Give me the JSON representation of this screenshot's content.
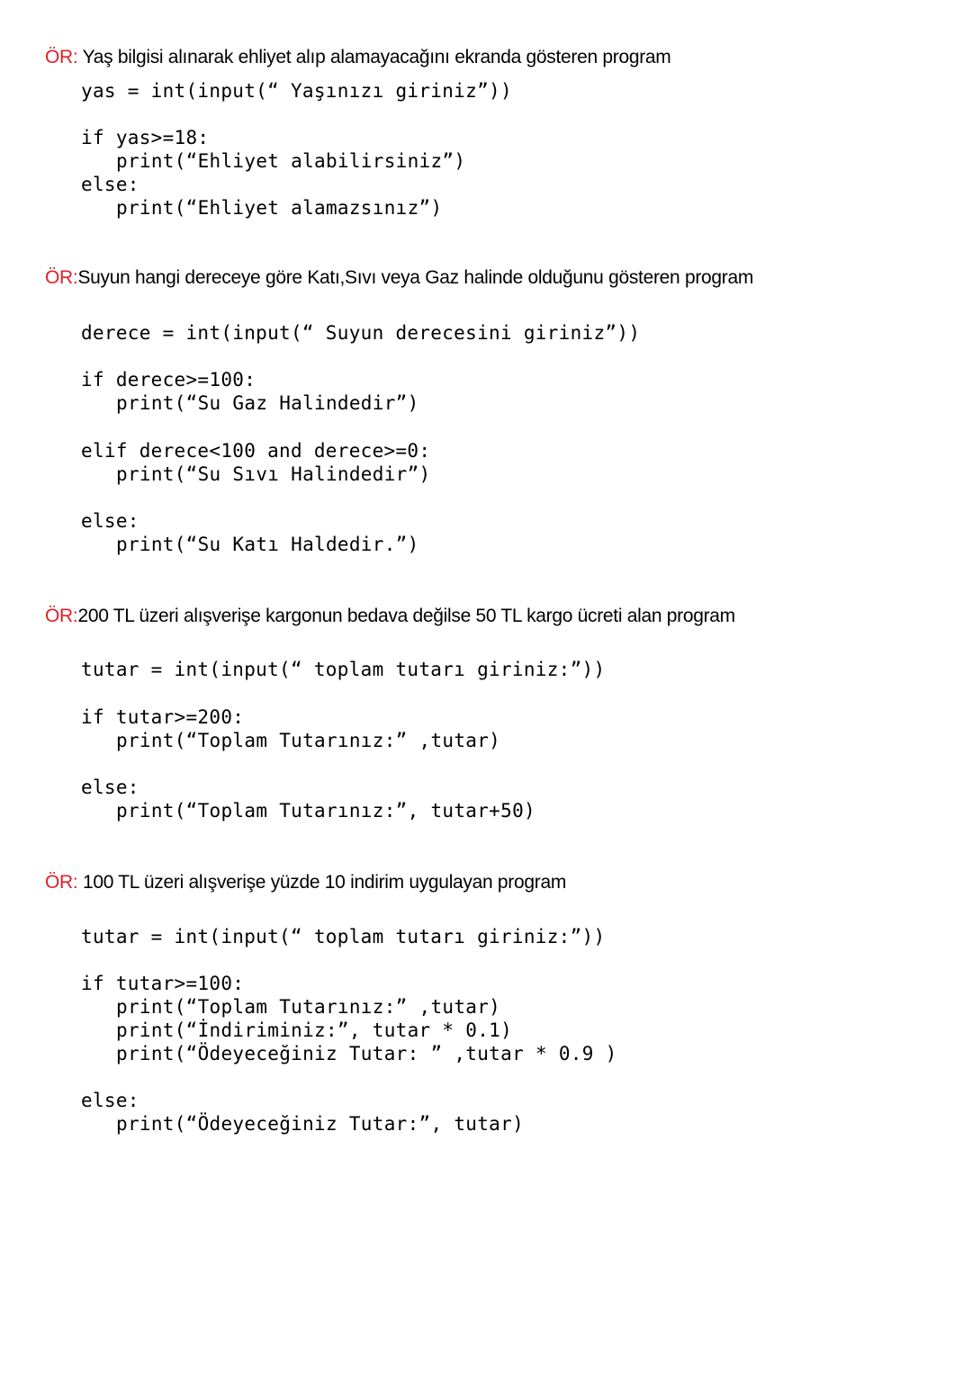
{
  "document": {
    "examples": [
      {
        "label": "ÖR:",
        "title": " Yaş bilgisi alınarak ehliyet alıp alamayacağını ekranda gösteren program",
        "code": [
          "yas = int(input(“ Yaşınızı giriniz”))",
          "if yas>=18:",
          "print(“Ehliyet alabilirsiniz”)",
          "else:",
          "print(“Ehliyet alamazsınız”)"
        ]
      },
      {
        "label": "ÖR:",
        "title": "Suyun hangi dereceye göre Katı,Sıvı veya Gaz halinde olduğunu gösteren program",
        "code": [
          "derece = int(input(“ Suyun derecesini giriniz”))",
          "if derece>=100:",
          "print(“Su Gaz Halindedir”)",
          "elif derece<100 and derece>=0:",
          "print(“Su Sıvı Halindedir”)",
          "else:",
          "print(“Su Katı Haldedir.”)"
        ]
      },
      {
        "label": "ÖR:",
        "title": "200 TL üzeri alışverişe kargonun bedava değilse 50 TL kargo ücreti alan program",
        "code": [
          "tutar = int(input(“ toplam tutarı giriniz:”))",
          "if tutar>=200:",
          "print(“Toplam Tutarınız:” ,tutar)",
          "else:",
          "print(“Toplam Tutarınız:”, tutar+50)"
        ]
      },
      {
        "label": "ÖR:",
        "title": " 100 TL üzeri alışverişe yüzde 10 indirim uygulayan program",
        "code": [
          "tutar = int(input(“ toplam tutarı giriniz:”))",
          "if tutar>=100:",
          "print(“Toplam Tutarınız:” ,tutar)",
          "print(“İndiriminiz:”, tutar * 0.1)",
          "print(“Ödeyeceğiniz Tutar: ” ,tutar * 0.9 )",
          "else:",
          "print(“Ödeyeceğiniz Tutar:”, tutar)"
        ]
      }
    ]
  },
  "colors": {
    "label_red": "#e0202a",
    "text": "#000000",
    "background": "#ffffff"
  }
}
